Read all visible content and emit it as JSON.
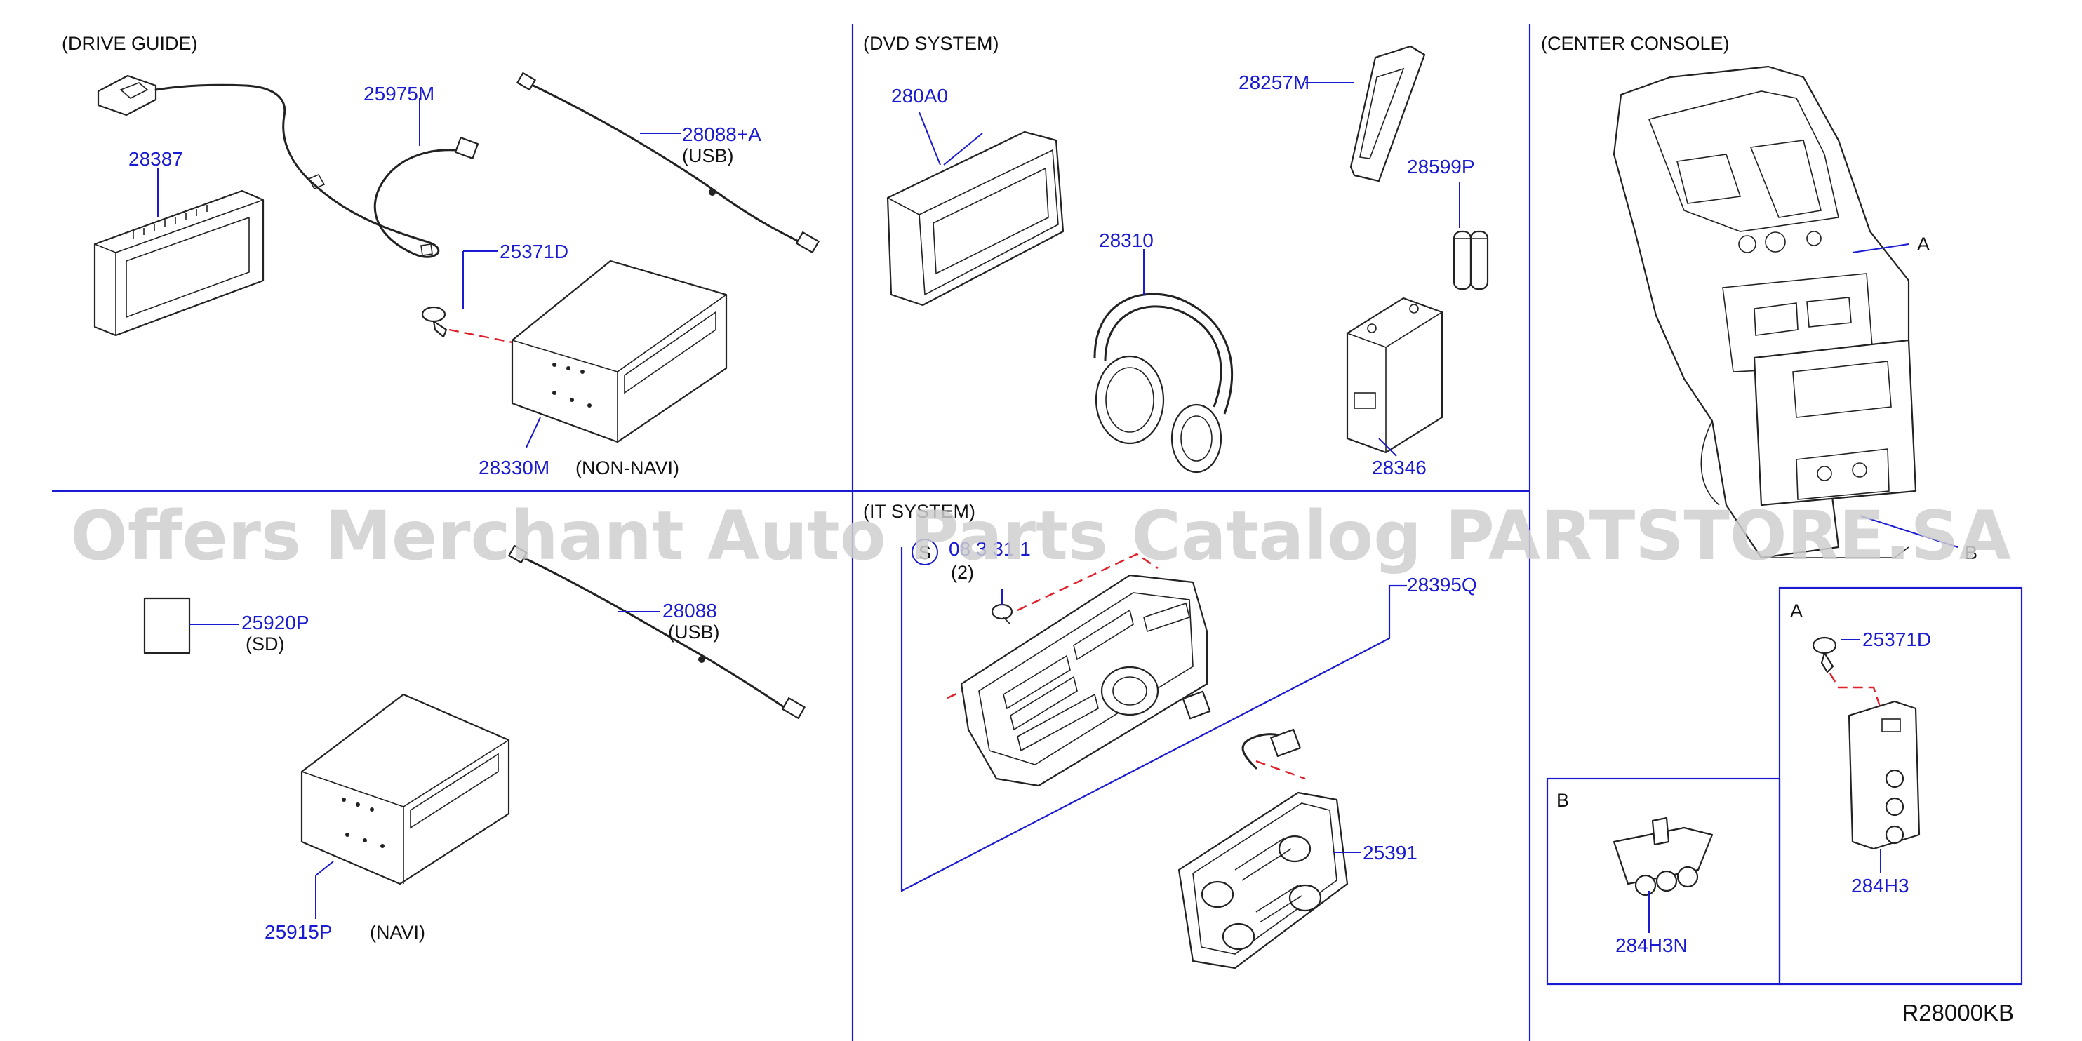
{
  "sections": {
    "drive_guide": "(DRIVE   GUIDE)",
    "dvd_system": "(DVD   SYSTEM)",
    "center_console": "(CENTER   CONSOLE)",
    "it_system": "(IT   SYSTEM)"
  },
  "parts": {
    "p28387": "28387",
    "p25975M": "25975M",
    "p28088A": "28088+A",
    "p28088A_note": "(USB)",
    "p25371D": "25371D",
    "p28330M": "28330M",
    "p28330M_note": "(NON-NAVI)",
    "p25920P": "25920P",
    "p25920P_note": "(SD)",
    "p28088": "28088",
    "p28088_note": "(USB)",
    "p25915P": "25915P",
    "p25915P_note": "(NAVI)",
    "p280A0": "280A0",
    "p28257M": "28257M",
    "p28599P": "28599P",
    "p28310": "28310",
    "p28346": "28346",
    "p28395Q": "28395Q",
    "p25391": "25391",
    "screw_code": "08 3 31 1",
    "screw_symbol": "S",
    "screw_qty": "(2)",
    "detail_a_label": "A",
    "detail_a_part": "25371D",
    "detail_a_part2": "284H3",
    "detail_b_label": "B",
    "detail_b_part": "284H3N",
    "console_callout_a": "A",
    "console_callout_b": "B"
  },
  "reference_code": "R28000KB",
  "watermark": "Offers Merchant Auto Parts Catalog PARTSTORE.SA",
  "colors": {
    "part_number": "#1a1ad0",
    "divider": "#1a1ad0",
    "dashed_guide": "#e0202a",
    "watermark": "#cfcfcf"
  }
}
